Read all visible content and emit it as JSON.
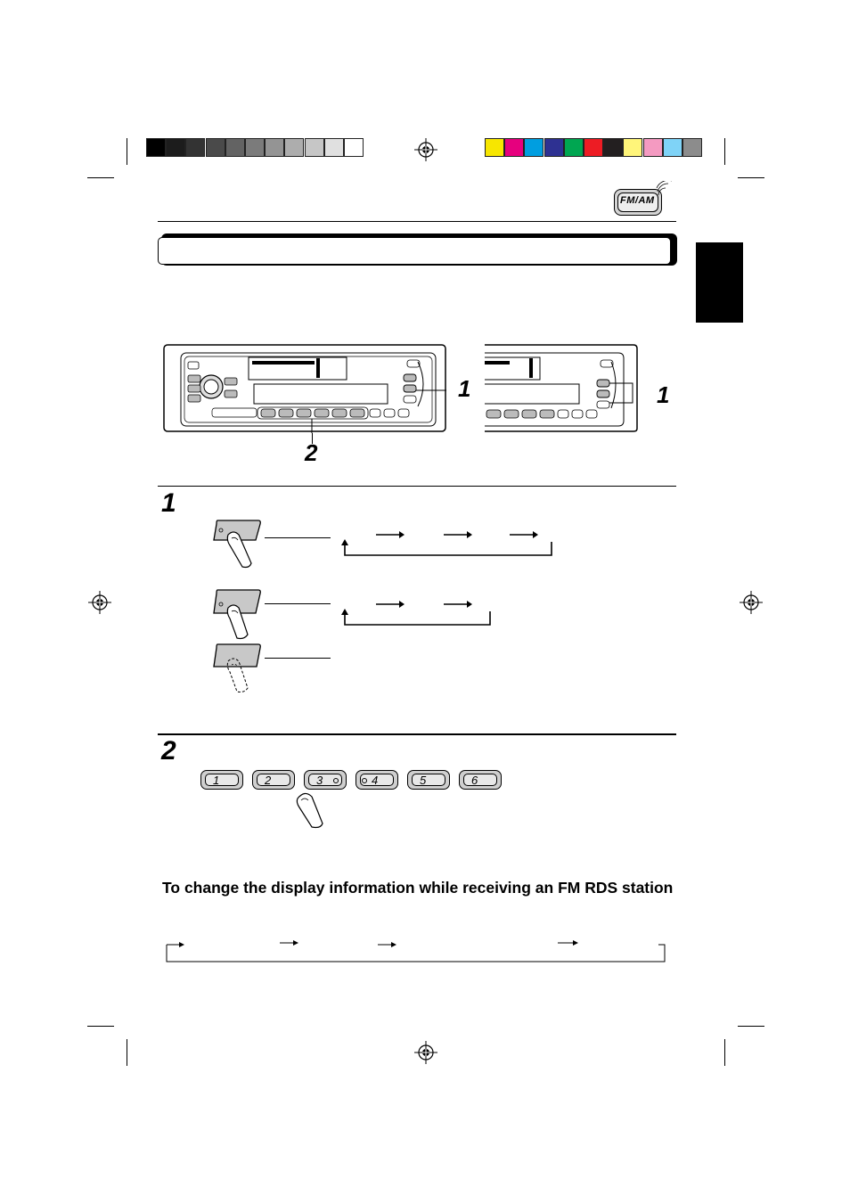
{
  "header": {
    "band_badge": "FM/AM"
  },
  "registration": {
    "gray_swatches": [
      "#000000",
      "#1c1c1c",
      "#333333",
      "#4a4a4a",
      "#636363",
      "#7b7b7b",
      "#949494",
      "#adadad",
      "#c6c6c6",
      "#e0e0e0",
      "#ffffff"
    ],
    "color_swatches": [
      "#f7e600",
      "#e6007e",
      "#009ee0",
      "#2e3192",
      "#00a651",
      "#ed1c24",
      "#231f20",
      "#fff57a",
      "#f49ac1",
      "#7fd3f7",
      "#8c8c8c"
    ]
  },
  "diagram": {
    "left_unit_callouts": [
      "1",
      "2"
    ],
    "right_unit_callouts": [
      "1"
    ]
  },
  "steps": [
    {
      "number": "1"
    },
    {
      "number": "2"
    }
  ],
  "presets": {
    "labels": [
      "1",
      "2",
      "3",
      "4",
      "5",
      "6"
    ]
  },
  "rds_section": {
    "heading": "To change the display information while receiving an FM RDS station"
  },
  "icons": [
    "registration-target-icon",
    "finger-press-icon",
    "arrow-right-icon"
  ]
}
